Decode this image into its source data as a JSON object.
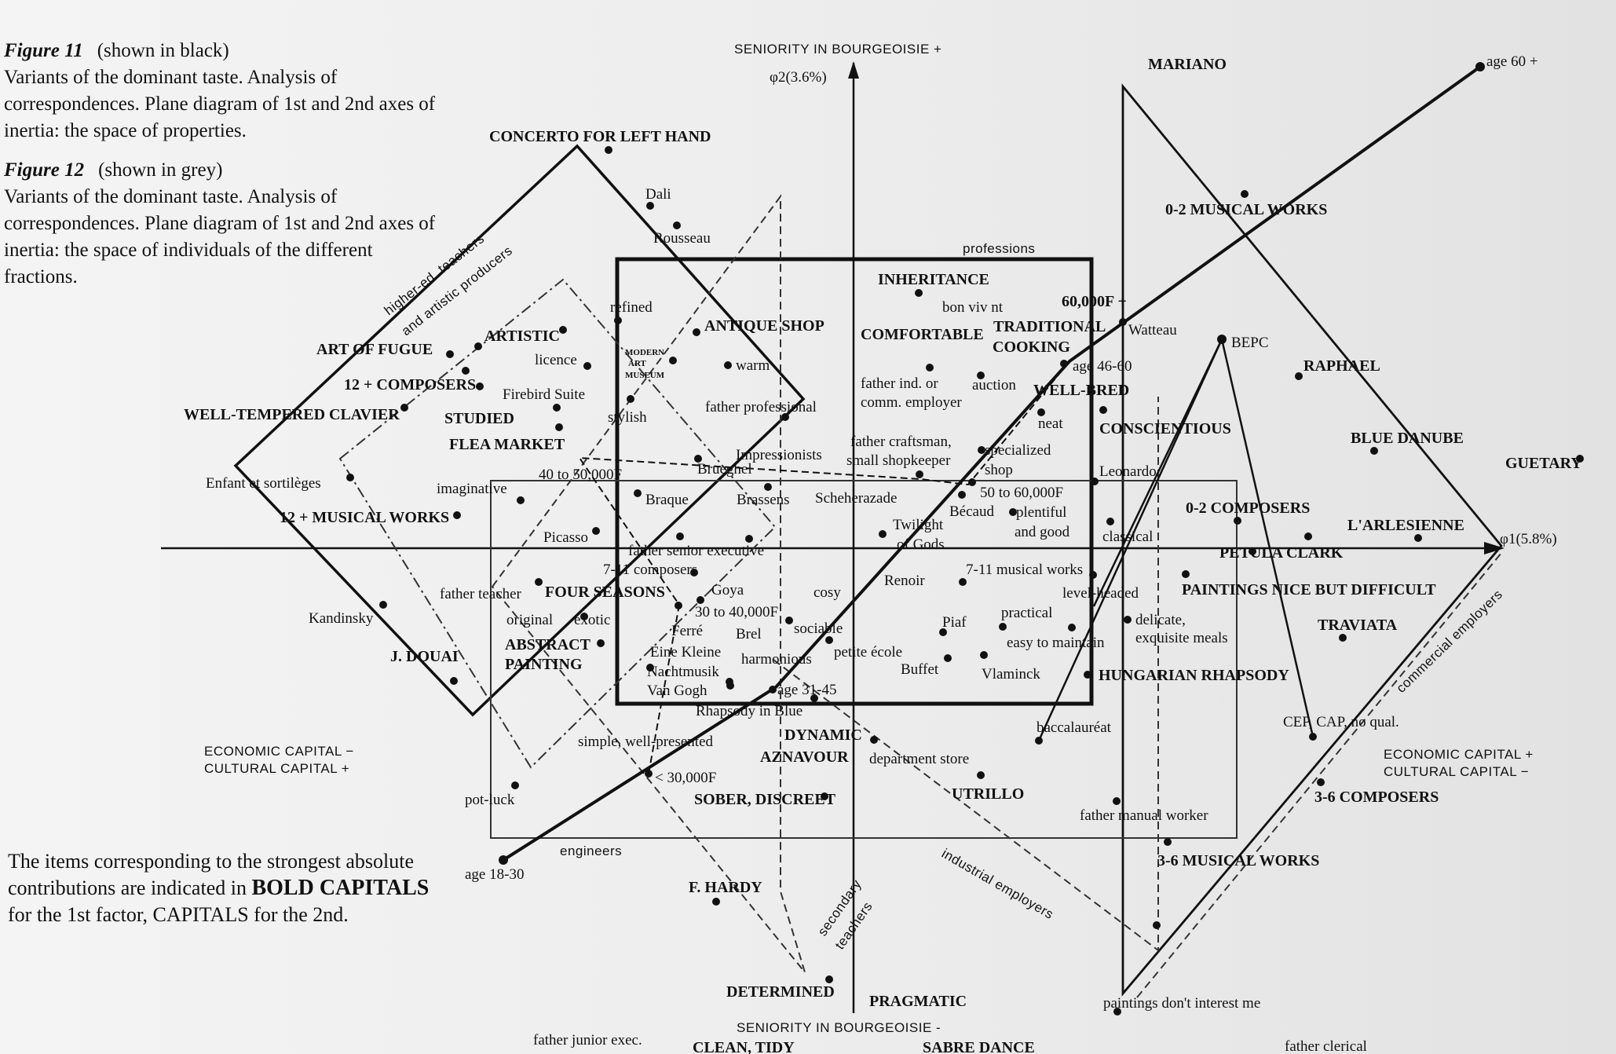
{
  "captions": {
    "figure11": {
      "number": "Figure 11",
      "note": "(shown in black)",
      "text": "Variants of the dominant taste. Analysis of correspondences. Plane diagram of 1st and 2nd axes of inertia: the space of properties."
    },
    "figure12": {
      "number": "Figure 12",
      "note": "(shown in grey)",
      "text": "Variants of the dominant taste. Analysis of correspondences. Plane diagram of 1st and 2nd axes of inertia: the space of individuals of the different fractions."
    }
  },
  "legend": {
    "line1": "The items corresponding to the strongest absolute contributions are indicated in",
    "bold_caps": "BOLD CAPITALS",
    "line2": "for the 1st factor,",
    "line3": "CAPITALS for the 2nd."
  },
  "axes": {
    "top_label": "SENIORITY IN BOURGEOISIE +",
    "bottom_label": "SENIORITY IN BOURGEOISIE -",
    "axis2_label": "φ2(3.6%)",
    "axis1_label": "φ1(5.8%)",
    "left_line1": "ECONOMIC CAPITAL −",
    "left_line2": "CULTURAL CAPITAL +",
    "right_line1": "ECONOMIC CAPITAL +",
    "right_line2": "CULTURAL CAPITAL −"
  },
  "fractions": {
    "higher_ed": "higher-ed. teachers",
    "artistic_producers": "and artistic producers",
    "professions": "professions",
    "engineers": "engineers",
    "secondary": "secondary",
    "teachers": "teachers",
    "industrial_employers": "industrial employers",
    "commercial_employers": "commercial employers"
  },
  "path_labels": {
    "age_60": "age 60 +",
    "income_60": "60,000F +",
    "age_46_60": "age 46-60",
    "income_50_60": "50 to 60,000F",
    "income_40_50": "40 to 50,000F",
    "income_30_40": "30 to 40,000F",
    "age_31_45": "age 31-45",
    "income_30": "< 30,000F",
    "age_18_30": "age 18-30",
    "bepc": "BEPC",
    "baccalaureat": "baccalauréat",
    "cep": "CEP, CAP, no qual."
  },
  "items": {
    "mariano": "MARIANO",
    "musical_0_2": "0-2 MUSICAL WORKS",
    "concerto": "CONCERTO FOR LEFT HAND",
    "dali": "Dali",
    "rousseau": "Rousseau",
    "inheritance": "INHERITANCE",
    "bon_vivant": "bon viv nt",
    "refined": "refined",
    "antique_shop": "ANTIQUE SHOP",
    "comfortable": "COMFORTABLE",
    "traditional_cooking_1": "TRADITIONAL",
    "traditional_cooking_2": "COOKING",
    "watteau": "Watteau",
    "art_of_fugue": "ART OF FUGUE",
    "artistic": "ARTISTIC",
    "modern_art_museum_1": "MODERN",
    "modern_art_museum_2": "ART",
    "modern_art_museum_3": "MUSEUM",
    "licence": "licence",
    "warm": "warm",
    "raphael": "RAPHAEL",
    "composers_12": "12 + COMPOSERS",
    "firebird": "Firebird Suite",
    "father_ind_1": "father ind. or",
    "father_ind_2": "comm. employer",
    "auction": "auction",
    "well_bred": "WELL-BRED",
    "well_tempered": "WELL-TEMPERED CLAVIER",
    "studied": "STUDIED",
    "stylish": "stylish",
    "father_professional": "father professional",
    "neat": "neat",
    "conscientious": "CONSCIENTIOUS",
    "blue_danube": "BLUE DANUBE",
    "flea_market": "FLEA MARKET",
    "father_craftsman_1": "father craftsman,",
    "father_craftsman_2": "small shopkeeper",
    "specialized_1": "specialized",
    "specialized_2": "shop",
    "impressionists": "Impressionists",
    "guetary": "GUETARY",
    "brueghel": "Brueghel",
    "leonardo": "Leonardo",
    "enfant": "Enfant et sortilèges",
    "imaginative": "imaginative",
    "braque": "Braque",
    "brassens": "Brassens",
    "scheherazade": "Scheherazade",
    "becaud": "Bécaud",
    "plentiful_1": "plentiful",
    "plentiful_2": "and good",
    "composers_0_2": "0-2 COMPOSERS",
    "musical_12": "12 + MUSICAL WORKS",
    "twilight_1": "Twilight",
    "twilight_2": "of Gods",
    "larlesienne": "L'ARLESIENNE",
    "picasso": "Picasso",
    "father_senior": "father senior executive",
    "classical": "classical",
    "petula": "PETULA CLARK",
    "composers_7_11": "7-11 composers",
    "musical_7_11": "7-11 musical works",
    "father_teacher": "father teacher",
    "four_seasons": "FOUR SEASONS",
    "goya": "Goya",
    "cosy": "cosy",
    "renoir": "Renoir",
    "level_headed": "level-headed",
    "paintings_nice": "PAINTINGS NICE BUT DIFFICULT",
    "kandinsky": "Kandinsky",
    "original": "original",
    "exotic": "exotic",
    "practical": "practical",
    "delicate_1": "delicate,",
    "delicate_2": "exquisite meals",
    "traviata": "TRAVIATA",
    "ferre": "Ferré",
    "brel": "Brel",
    "sociable": "sociable",
    "piaf": "Piaf",
    "easy_maintain": "easy to maintain",
    "abstract_1": "ABSTRACT",
    "abstract_2": "PAINTING",
    "eine_kleine_1": "Eine Kleine",
    "eine_kleine_2": "Nachtmusik",
    "harmonious": "harmonious",
    "petite_ecole": "petite école",
    "j_douai": "J. DOUAI",
    "buffet": "Buffet",
    "vlaminck": "Vlaminck",
    "hungarian": "HUNGARIAN RHAPSODY",
    "van_gogh": "Van Gogh",
    "rhapsody_blue": "Rhapsody in Blue",
    "dynamic": "DYNAMIC",
    "aznavour": "AZNAVOUR",
    "simple": "simple, well-presented",
    "department_store": "department store",
    "utrillo": "UTRILLO",
    "sober": "SOBER, DISCREET",
    "pot_luck": "pot-luck",
    "father_manual": "father manual worker",
    "composers_3_6": "3-6 COMPOSERS",
    "musical_3_6": "3-6 MUSICAL WORKS",
    "f_hardy": "F. HARDY",
    "determined": "DETERMINED",
    "pragmatic": "PRAGMATIC",
    "paintings_dont": "paintings don't interest me",
    "father_junior": "father junior exec.",
    "clean_tidy": "CLEAN, TIDY",
    "sabre_dance": "SABRE DANCE",
    "father_clerical": "father clerical"
  }
}
